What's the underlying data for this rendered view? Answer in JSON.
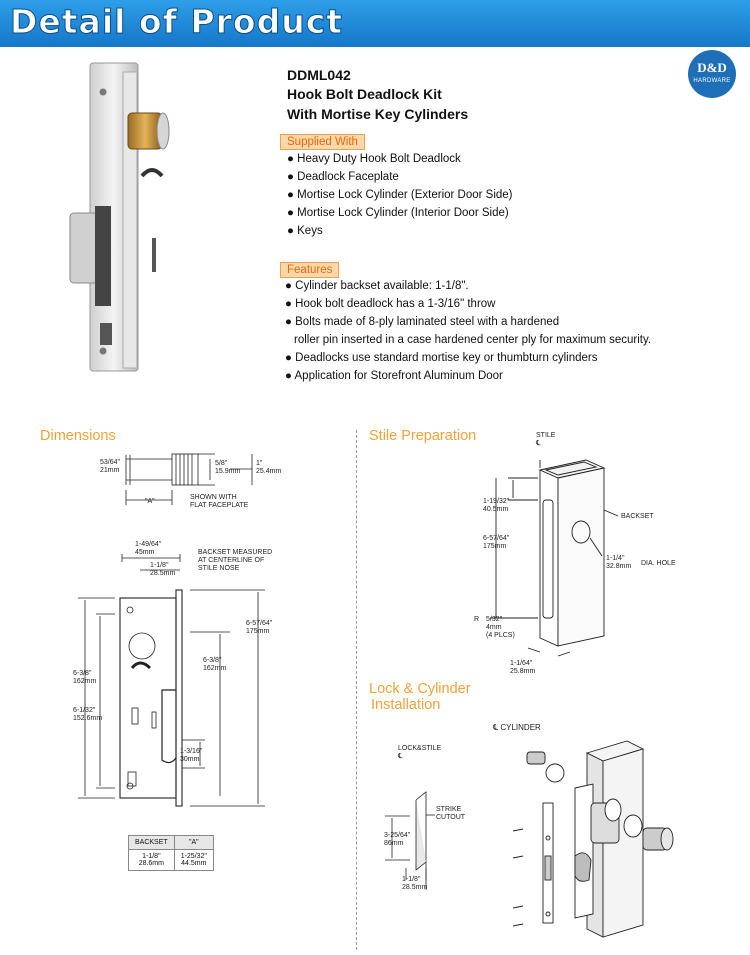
{
  "header": {
    "title": "Detail of Product"
  },
  "logo": {
    "line1": "D&D",
    "line2": "HARDWARE"
  },
  "product": {
    "model": "DDML042",
    "title_line1": "Hook Bolt Deadlock Kit",
    "title_line2": "With Mortise Key Cylinders"
  },
  "supplied": {
    "heading": "Supplied With",
    "items": [
      "● Heavy Duty Hook Bolt Deadlock",
      "● Deadlock Faceplate",
      "● Mortise Lock Cylinder (Exterior Door Side)",
      "● Mortise Lock Cylinder (Interior Door Side)",
      "● Keys"
    ]
  },
  "features": {
    "heading": "Features",
    "items": [
      "● Cylinder backset available: 1-1/8\".",
      "● Hook bolt deadlock has a 1-3/16\" throw",
      "● Bolts made of 8-ply laminated steel with a hardened",
      "roller pin inserted in a case hardened center ply for maximum security.",
      "● Deadlocks use standard mortise key or thumbturn cylinders",
      "● Application for Storefront Aluminum Door"
    ]
  },
  "sections": {
    "dimensions": "Dimensions",
    "stile": "Stile Preparation",
    "lock_line1": "Lock & Cylinder",
    "lock_line2": "Installation"
  },
  "dimensions": {
    "d1": "53/64\"",
    "d1m": "21mm",
    "d2": "5/8\"",
    "d2m": "15.9mm",
    "d3": "1\"",
    "d3m": "25.4mm",
    "a": "\"A\"",
    "flat1": "SHOWN WITH",
    "flat2": "FLAT FACEPLATE",
    "w1": "1-49/64\"",
    "w1m": "45mm",
    "w2": "1-1/8\"",
    "w2m": "28.5mm",
    "bs1": "BACKSET MEASURED",
    "bs2": "AT CENTERLINE OF",
    "bs3": "STILE NOSE",
    "h1": "6-57/64\"",
    "h1m": "175mm",
    "h2": "6-3/8\"",
    "h2m": "162mm",
    "h3": "6-3/8\"",
    "h3m": "162mm",
    "h4": "6-1/32\"",
    "h4m": "152.6mm",
    "h5": "1-3/16\"",
    "h5m": "30mm"
  },
  "table": {
    "headers": [
      "BACKSET",
      "\"A\""
    ],
    "row_in": [
      "1-1/8\"",
      "1-25/32\""
    ],
    "row_mm": [
      "28.6mm",
      "44.5mm"
    ]
  },
  "stile": {
    "stile": "STILE",
    "cl": "℄",
    "t1": "1-19/32\"",
    "t1m": "40.5mm",
    "t2": "6-57/64\"",
    "t2m": "175mm",
    "backset": "BACKSET",
    "t3": "1-1/4\"",
    "t3m": "32.8mm",
    "dia": "DIA. HOLE",
    "r": "R",
    "r1": "5/32\"",
    "r1m": "4mm",
    "r1c": "(4 PLCS)",
    "t4": "1-1/64\"",
    "t4m": "25.8mm"
  },
  "install": {
    "cyl": "℄ CYLINDER",
    "ls": "LOCK&STILE",
    "cl": "℄",
    "strike1": "STRIKE",
    "strike2": "CUTOUT",
    "i1": "3-25/64\"",
    "i1m": "86mm",
    "i2": "1-1/8\"",
    "i2m": "28.5mm"
  }
}
